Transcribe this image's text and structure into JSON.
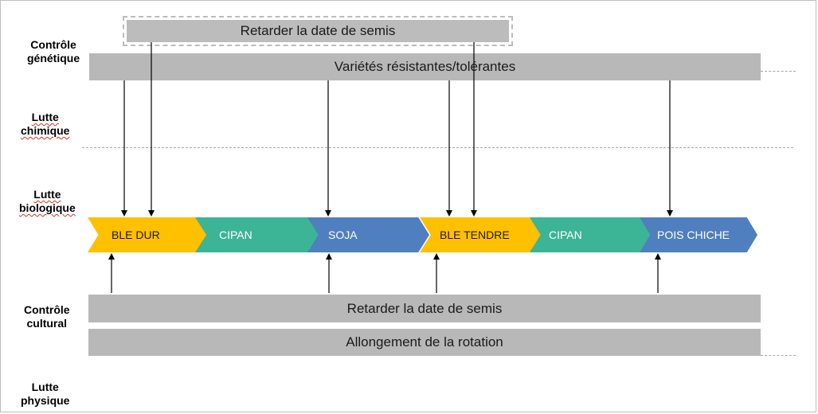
{
  "categories": {
    "genetic": [
      "Contrôle",
      "génétique"
    ],
    "chemical": [
      "Lutte",
      "chimique"
    ],
    "biological": [
      "Lutte",
      "biologique"
    ],
    "cultural": [
      "Contrôle",
      "cultural"
    ],
    "physical": [
      "Lutte",
      "physique"
    ]
  },
  "genetic_bars": {
    "delay_sowing": "Retarder la date de semis",
    "resistant_varieties": "Variétés résistantes/tolérantes"
  },
  "rotation": [
    {
      "label": "BLE DUR",
      "color": "#ffc000"
    },
    {
      "label": "CIPAN",
      "color": "#3cb496"
    },
    {
      "label": "SOJA",
      "color": "#4f7fbf"
    },
    {
      "label": "BLE TENDRE",
      "color": "#ffc000"
    },
    {
      "label": "CIPAN",
      "color": "#3cb496"
    },
    {
      "label": "POIS CHICHE",
      "color": "#4f7fbf"
    }
  ],
  "cultural_bars": {
    "delay_sowing": "Retarder la date de semis",
    "longer_rotation": "Allongement de la rotation"
  }
}
